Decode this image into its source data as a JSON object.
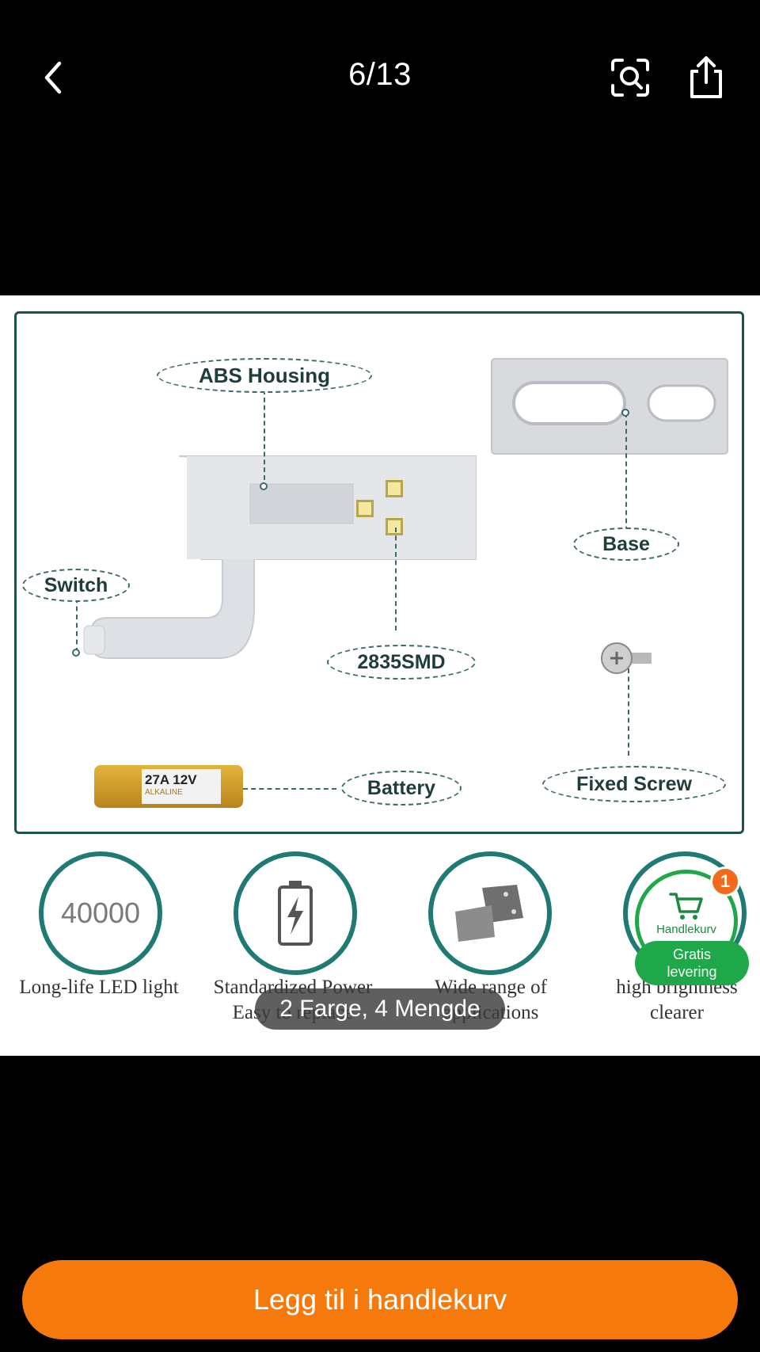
{
  "header": {
    "back_icon": "chevron-left-icon",
    "image_counter": "6/13",
    "lens_icon": "image-search-icon",
    "share_icon": "share-icon"
  },
  "diagram": {
    "callouts": {
      "abs_housing": "ABS Housing",
      "base": "Base",
      "switch": "Switch",
      "smd": "2835SMD",
      "battery": "Battery",
      "fixed_screw": "Fixed Screw"
    },
    "battery_text": {
      "top": "27A 12V",
      "bottom": "ALKALINE"
    }
  },
  "features": [
    {
      "icon_text": "40000",
      "label_line1": "Long-life LED light",
      "label_line2": ""
    },
    {
      "icon": "battery-icon",
      "label_line1": "Standardized Power",
      "label_line2": "Easy to replace"
    },
    {
      "icon": "hinge-icon",
      "label_line1": "Wide range of",
      "label_line2": "applications"
    },
    {
      "icon": "bulb-icon",
      "label_line1": "high brightness",
      "label_line2": "clearer"
    }
  ],
  "variant_pill": "2 Farge, 4 Mengde",
  "cart": {
    "label": "Handlekurv",
    "badge_count": "1",
    "free_shipping_line1": "Gratis",
    "free_shipping_line2": "levering"
  },
  "add_to_cart_label": "Legg til i handlekurv",
  "colors": {
    "accent_orange": "#f5790b",
    "cart_green": "#1ea84a",
    "teal_ring": "#1f7a73"
  }
}
